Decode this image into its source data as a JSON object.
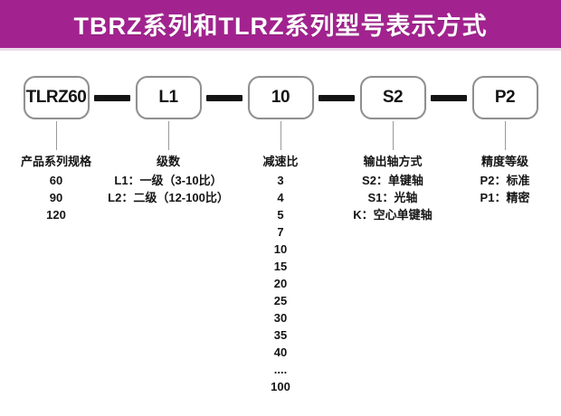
{
  "header": {
    "title": "TBRZ系列和TLRZ系列型号表示方式",
    "bg_color": "#a2238f",
    "text_color": "#ffffff"
  },
  "diagram": {
    "connector_color": "#141414",
    "columns": [
      {
        "code": "TLRZ60",
        "label": "产品系列规格",
        "options": [
          "60",
          "90",
          "120"
        ]
      },
      {
        "code": "L1",
        "label": "级数",
        "options": [
          "L1：一级（3-10比）",
          "L2：二级（12-100比）"
        ]
      },
      {
        "code": "10",
        "label": "减速比",
        "options": [
          "3",
          "4",
          "5",
          "7",
          "10",
          "15",
          "20",
          "25",
          "30",
          "35",
          "40",
          "....",
          "100"
        ]
      },
      {
        "code": "S2",
        "label": "输出轴方式",
        "options": [
          "S2：单键轴",
          "S1：光轴",
          "K：空心单键轴"
        ]
      },
      {
        "code": "P2",
        "label": "精度等级",
        "options": [
          "P2：标准",
          "P1：精密"
        ]
      }
    ]
  }
}
